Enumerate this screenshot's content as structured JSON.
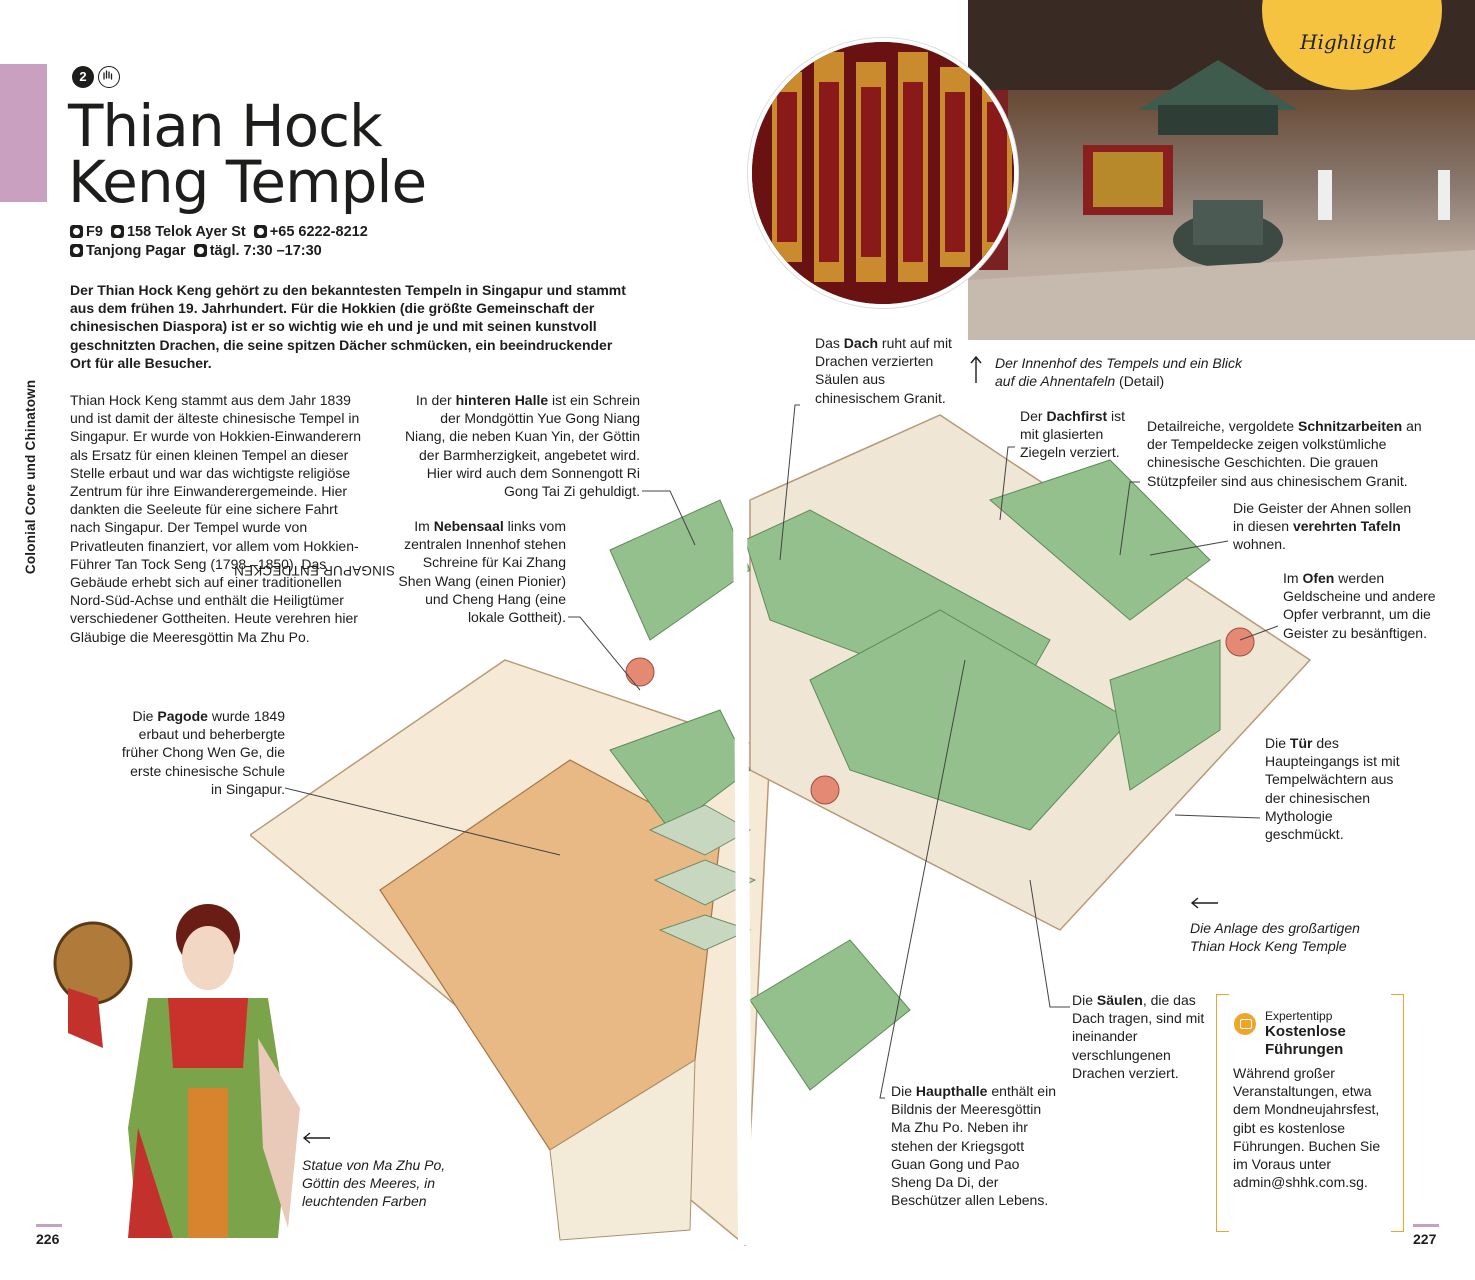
{
  "side": {
    "prefix": "SINGAPUR ENTDECKEN",
    "section": "Colonial Core und Chinatown"
  },
  "header": {
    "number": "2",
    "title_line1": "Thian Hock",
    "title_line2": "Keng Temple"
  },
  "info": {
    "grid": "F9",
    "address": "158 Telok Ayer St",
    "phone": "+65 6222-8212",
    "metro": "Tanjong Pagar",
    "hours": "tägl. 7:30 –17:30"
  },
  "intro": "Der Thian Hock Keng gehört zu den bekanntesten Tempeln in Singapur und stammt aus dem frühen 19. Jahrhundert. Für die Hokkien (die größte Gemeinschaft der chinesischen Diaspora) ist er so wichtig wie eh und je und mit seinen kunstvoll geschnitzten Drachen, die seine spitzen Dächer schmücken, ein beeindruckender Ort für alle Besucher.",
  "body": "Thian Hock Keng stammt aus dem Jahr 1839 und ist damit der älteste chinesische Tempel in Singapur. Er wurde von Hokkien-Einwanderern als Ersatz für einen kleinen Tempel an dieser Stelle erbaut und war das wichtigste religiöse Zentrum für ihre Einwanderergemeinde. Hier dankten die Seeleute für eine sichere Fahrt nach Singapur. Der Tempel wurde von Privatleuten finanziert, vor allem vom Hokkien-Führer Tan Tock Seng (1798 –1850). Das Gebäude erhebt sich auf einer traditionellen Nord-Süd-Achse und enthält die Heiligtümer verschiedener Gottheiten. Heute verehren hier Gläubige die Meeresgöttin Ma Zhu Po.",
  "labels": {
    "halle_a": "In der ",
    "halle_b": "hinteren Halle",
    "halle_c": " ist ein Schrein der Mondgöttin Yue Gong Niang Niang, die neben Kuan Yin, der Göttin der Barmherzigkeit, angebetet wird. Hier wird auch dem Sonnengott Ri Gong Tai Zi gehuldigt.",
    "saal_a": "Im ",
    "saal_b": "Nebensaal",
    "saal_c": " links vom zentralen Innenhof stehen Schreine für Kai Zhang Shen Wang (einen Pionier) und Cheng Hang (eine lokale Gottheit).",
    "pagode_a": "Die ",
    "pagode_b": "Pagode",
    "pagode_c": " wurde 1849 erbaut und beherbergte früher Chong Wen Ge, die erste chinesische Schule in Singapur.",
    "dach_a": "Das ",
    "dach_b": "Dach",
    "dach_c": " ruht auf mit Drachen verzierten Säulen aus chinesischem Granit.",
    "first_a": "Der ",
    "first_b": "Dachfirst",
    "first_c": " ist mit glasierten Ziegeln verziert.",
    "schnitz_a": "Detailreiche, vergoldete ",
    "schnitz_b": "Schnitzarbeiten",
    "schnitz_c": " an der Tempeldecke zeigen volkstümliche chinesische Geschichten. Die grauen Stützpfeiler sind aus chinesischem Granit.",
    "tafeln_a": "Die Geister der Ahnen sollen in diesen ",
    "tafeln_b": "verehrten Tafeln",
    "tafeln_c": " wohnen.",
    "ofen_a": "Im ",
    "ofen_b": "Ofen",
    "ofen_c": " werden Geldscheine und andere Opfer verbrannt, um die Geister zu besänftigen.",
    "tuer_a": "Die ",
    "tuer_b": "Tür",
    "tuer_c": " des Haupteingangs ist mit Tempelwächtern aus der chinesischen Mythologie geschmückt.",
    "saeulen_a": "Die ",
    "saeulen_b": "Säulen",
    "saeulen_c": ", die das Dach tragen, sind mit ineinander verschlungenen Drachen verziert.",
    "haupt_a": "Die ",
    "haupt_b": "Haupthalle",
    "haupt_c": " enthält ein Bildnis der Meeresgöttin Ma Zhu Po. Neben ihr stehen der Kriegsgott Guan Gong und Pao Sheng Da Di, der Beschützer allen Lebens."
  },
  "captions": {
    "innenhof": "Der Innenhof des Tempels und ein Blick auf die Ahnentafeln",
    "innenhof_detail": "(Detail)",
    "anlage": "Die Anlage des großartigen Thian Hock Keng Temple",
    "statue": "Statue von Ma Zhu Po, Göttin des Meeres, in leuchtenden Farben"
  },
  "highlight": "Highlight",
  "tip": {
    "kicker": "Expertentipp",
    "title": "Kostenlose Führungen",
    "text": "Während großer Veranstaltungen, etwa dem Mondneujahrsfest, gibt es kostenlose Führungen. Buchen Sie im Voraus unter admin@shhk.com.sg."
  },
  "pages": {
    "left": "226",
    "right": "227"
  }
}
